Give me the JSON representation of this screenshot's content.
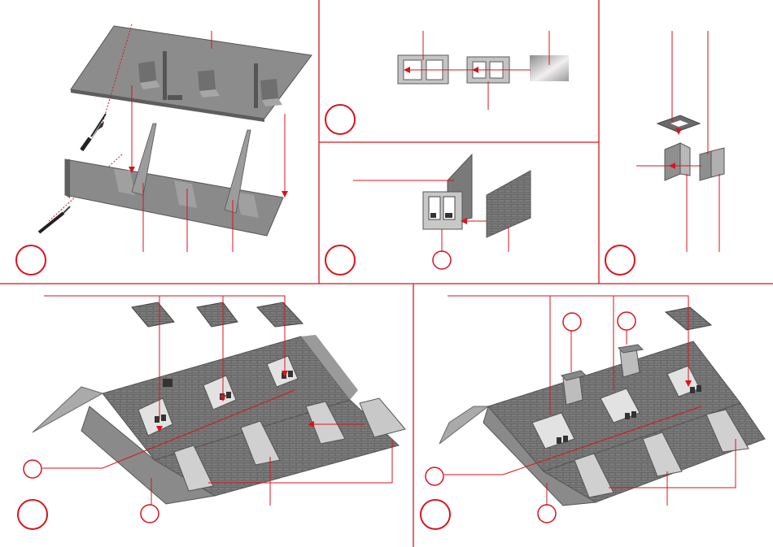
{
  "colors": {
    "accent": "#d8141c",
    "paper": "#ffffff",
    "part_light": "#a8a8a8",
    "part_mid": "#8a8a8a",
    "part_dark": "#6a6a6a",
    "shingle": "#7a7a7a"
  },
  "panels": [
    {
      "id": "panel-roof-assembly",
      "marker": ""
    },
    {
      "id": "panel-window-frames",
      "marker": ""
    },
    {
      "id": "panel-dormer-cheeks",
      "marker": ""
    },
    {
      "id": "panel-dormer-front",
      "marker": ""
    },
    {
      "id": "panel-dormer-box",
      "marker": ""
    },
    {
      "id": "panel-roof-with-dormer-plates",
      "marker": ""
    },
    {
      "id": "panel-roof-with-chimneys",
      "marker": ""
    }
  ],
  "icons": [
    "knife-icon",
    "knife-icon"
  ]
}
